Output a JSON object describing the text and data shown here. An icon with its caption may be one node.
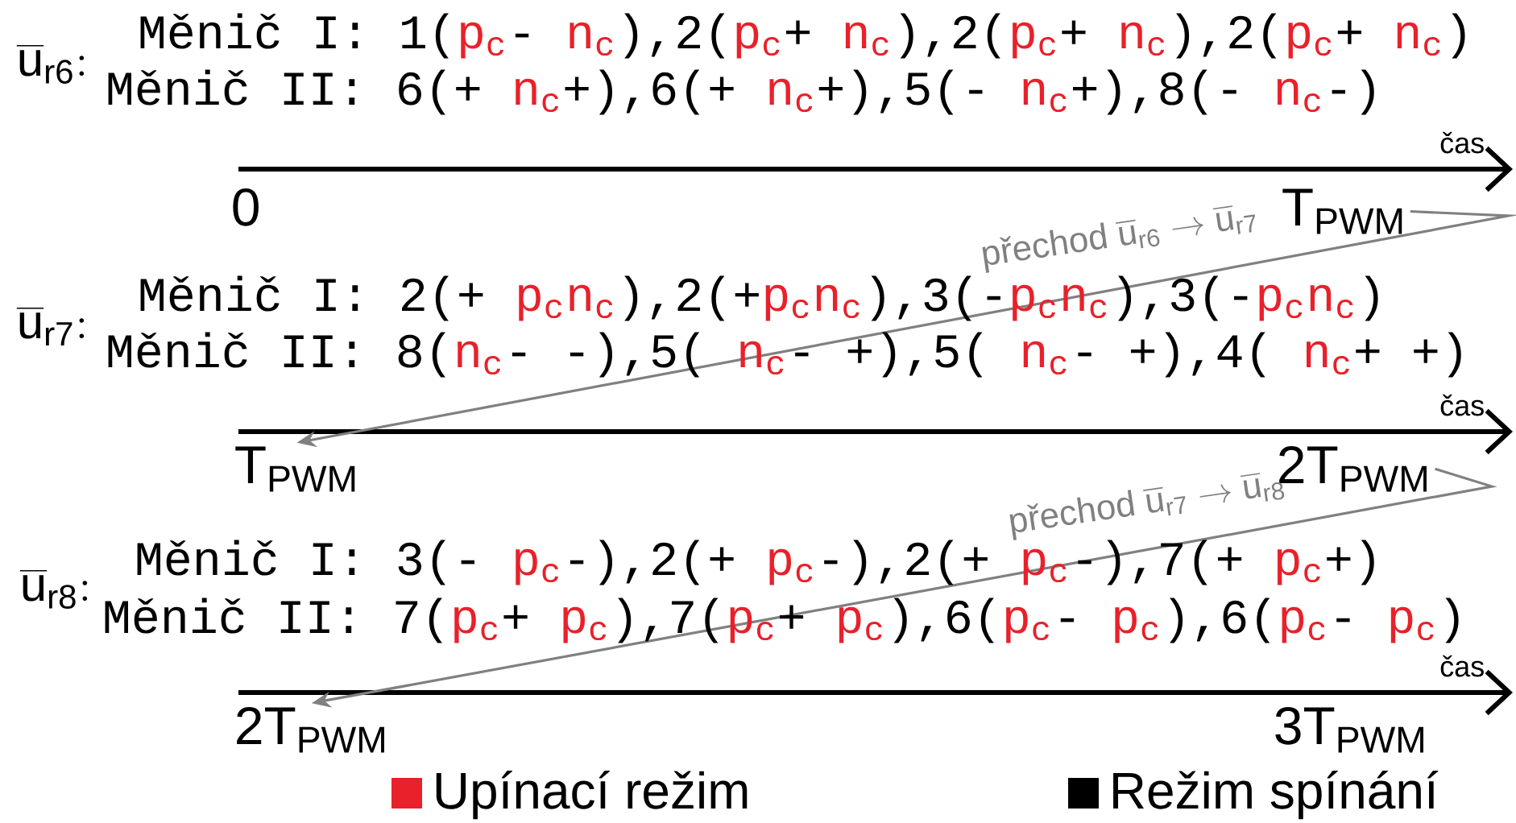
{
  "diagram": {
    "nodes": [
      {
        "text": [
          "T$_{PWM}$"
        ]
      },
      {
        "text": [
          "T$_{PWM}$"
        ]
      },
      {
        "text": [
          "2T$_{PWM}$"
        ]
      },
      {
        "text": [
          "2T$_{PWM}$"
        ]
      }
    ],
    "edges": [
      {
        "from": 0,
        "to": 1,
        "arrow": "to",
        "label": "\\mbox{přechod}\\ \\overline{\\mathrm{u}}_{\\mathrm{r6}}\\rightarrow\\overline{\\mathrm{u}}_{\\mathrm{r7}}",
        "color": "#808080"
      },
      {
        "from": 2,
        "to": 3,
        "arrow": "to",
        "label": "\\mbox{přechod}\\ \\overline{\\mathrm{u}}_{\\mathrm{r7}}\\rightarrow\\overline{\\mathrm{u}}_{\\mathrm{r8}}",
        "color": "#808080"
      }
    ],
    "labels": [
      "\\overline{\\mathrm{u}}_{\\mathrm{r6}}{:}",
      "Měnič I: 1(",
      "p$_{c}$",
      "- ",
      "n$_{c}$",
      "),2(",
      "p$_{c}$",
      "+ ",
      "n$_{c}$",
      "),2(",
      "p$_{c}$",
      "+ ",
      "n$_{c}$",
      "),2(",
      "p$_{c}$",
      "+ ",
      "n$_{c}$",
      ")",
      "Měnič II: 6(+ ",
      "n$_{c}$",
      "+),6(+ ",
      "n$_{c}$",
      "+),5(- ",
      "n$_{c}$",
      "+),8(- ",
      "n$_{c}$",
      "-)",
      "čas",
      "0",
      "\\overline{\\mathrm{u}}_{\\mathrm{r7}}{:}",
      "Měnič I: 2(+ ",
      "p$_{c}$n$_{c}$",
      "),2(+",
      "p$_{c}$n$_{c}$",
      "),3(-",
      "p$_{c}$n$_{c}$",
      "),3(-",
      "p$_{c}$n$_{c}$",
      ")",
      "Měnič II: 8(",
      "n$_{c}$",
      "- -),5( ",
      "n$_{c}$",
      "- +),5( ",
      "n$_{c}$",
      "- +),4( ",
      "n$_{c}$",
      "+ +)",
      "čas",
      "\\overline{\\mathrm{u}}_{\\mathrm{r8}}{:}",
      "Měnič I: 3(- ",
      "p$_{c}$",
      "-),2(+ ",
      "p$_{c}$",
      "-),2(+ ",
      "p$_{c}$",
      "-),7(+ ",
      "p$_{c}$",
      "+)",
      "Měnič II: 7(",
      "p$_{c}$",
      "+ ",
      "p$_{c}$",
      "),7(",
      "p$_{c}$",
      "+ ",
      "p$_{c}$",
      "),6(",
      "p$_{c}$",
      "- ",
      "p$_{c}$",
      "),6(",
      "p$_{c}$",
      "- ",
      "p$_{c}$",
      ")",
      "čas",
      "3T$_{PWM}$"
    ],
    "legend": [
      {
        "text": "Upínací režim",
        "color": "#e8212a"
      },
      {
        "text": "Režim spínání",
        "color": "#000000"
      }
    ]
  }
}
